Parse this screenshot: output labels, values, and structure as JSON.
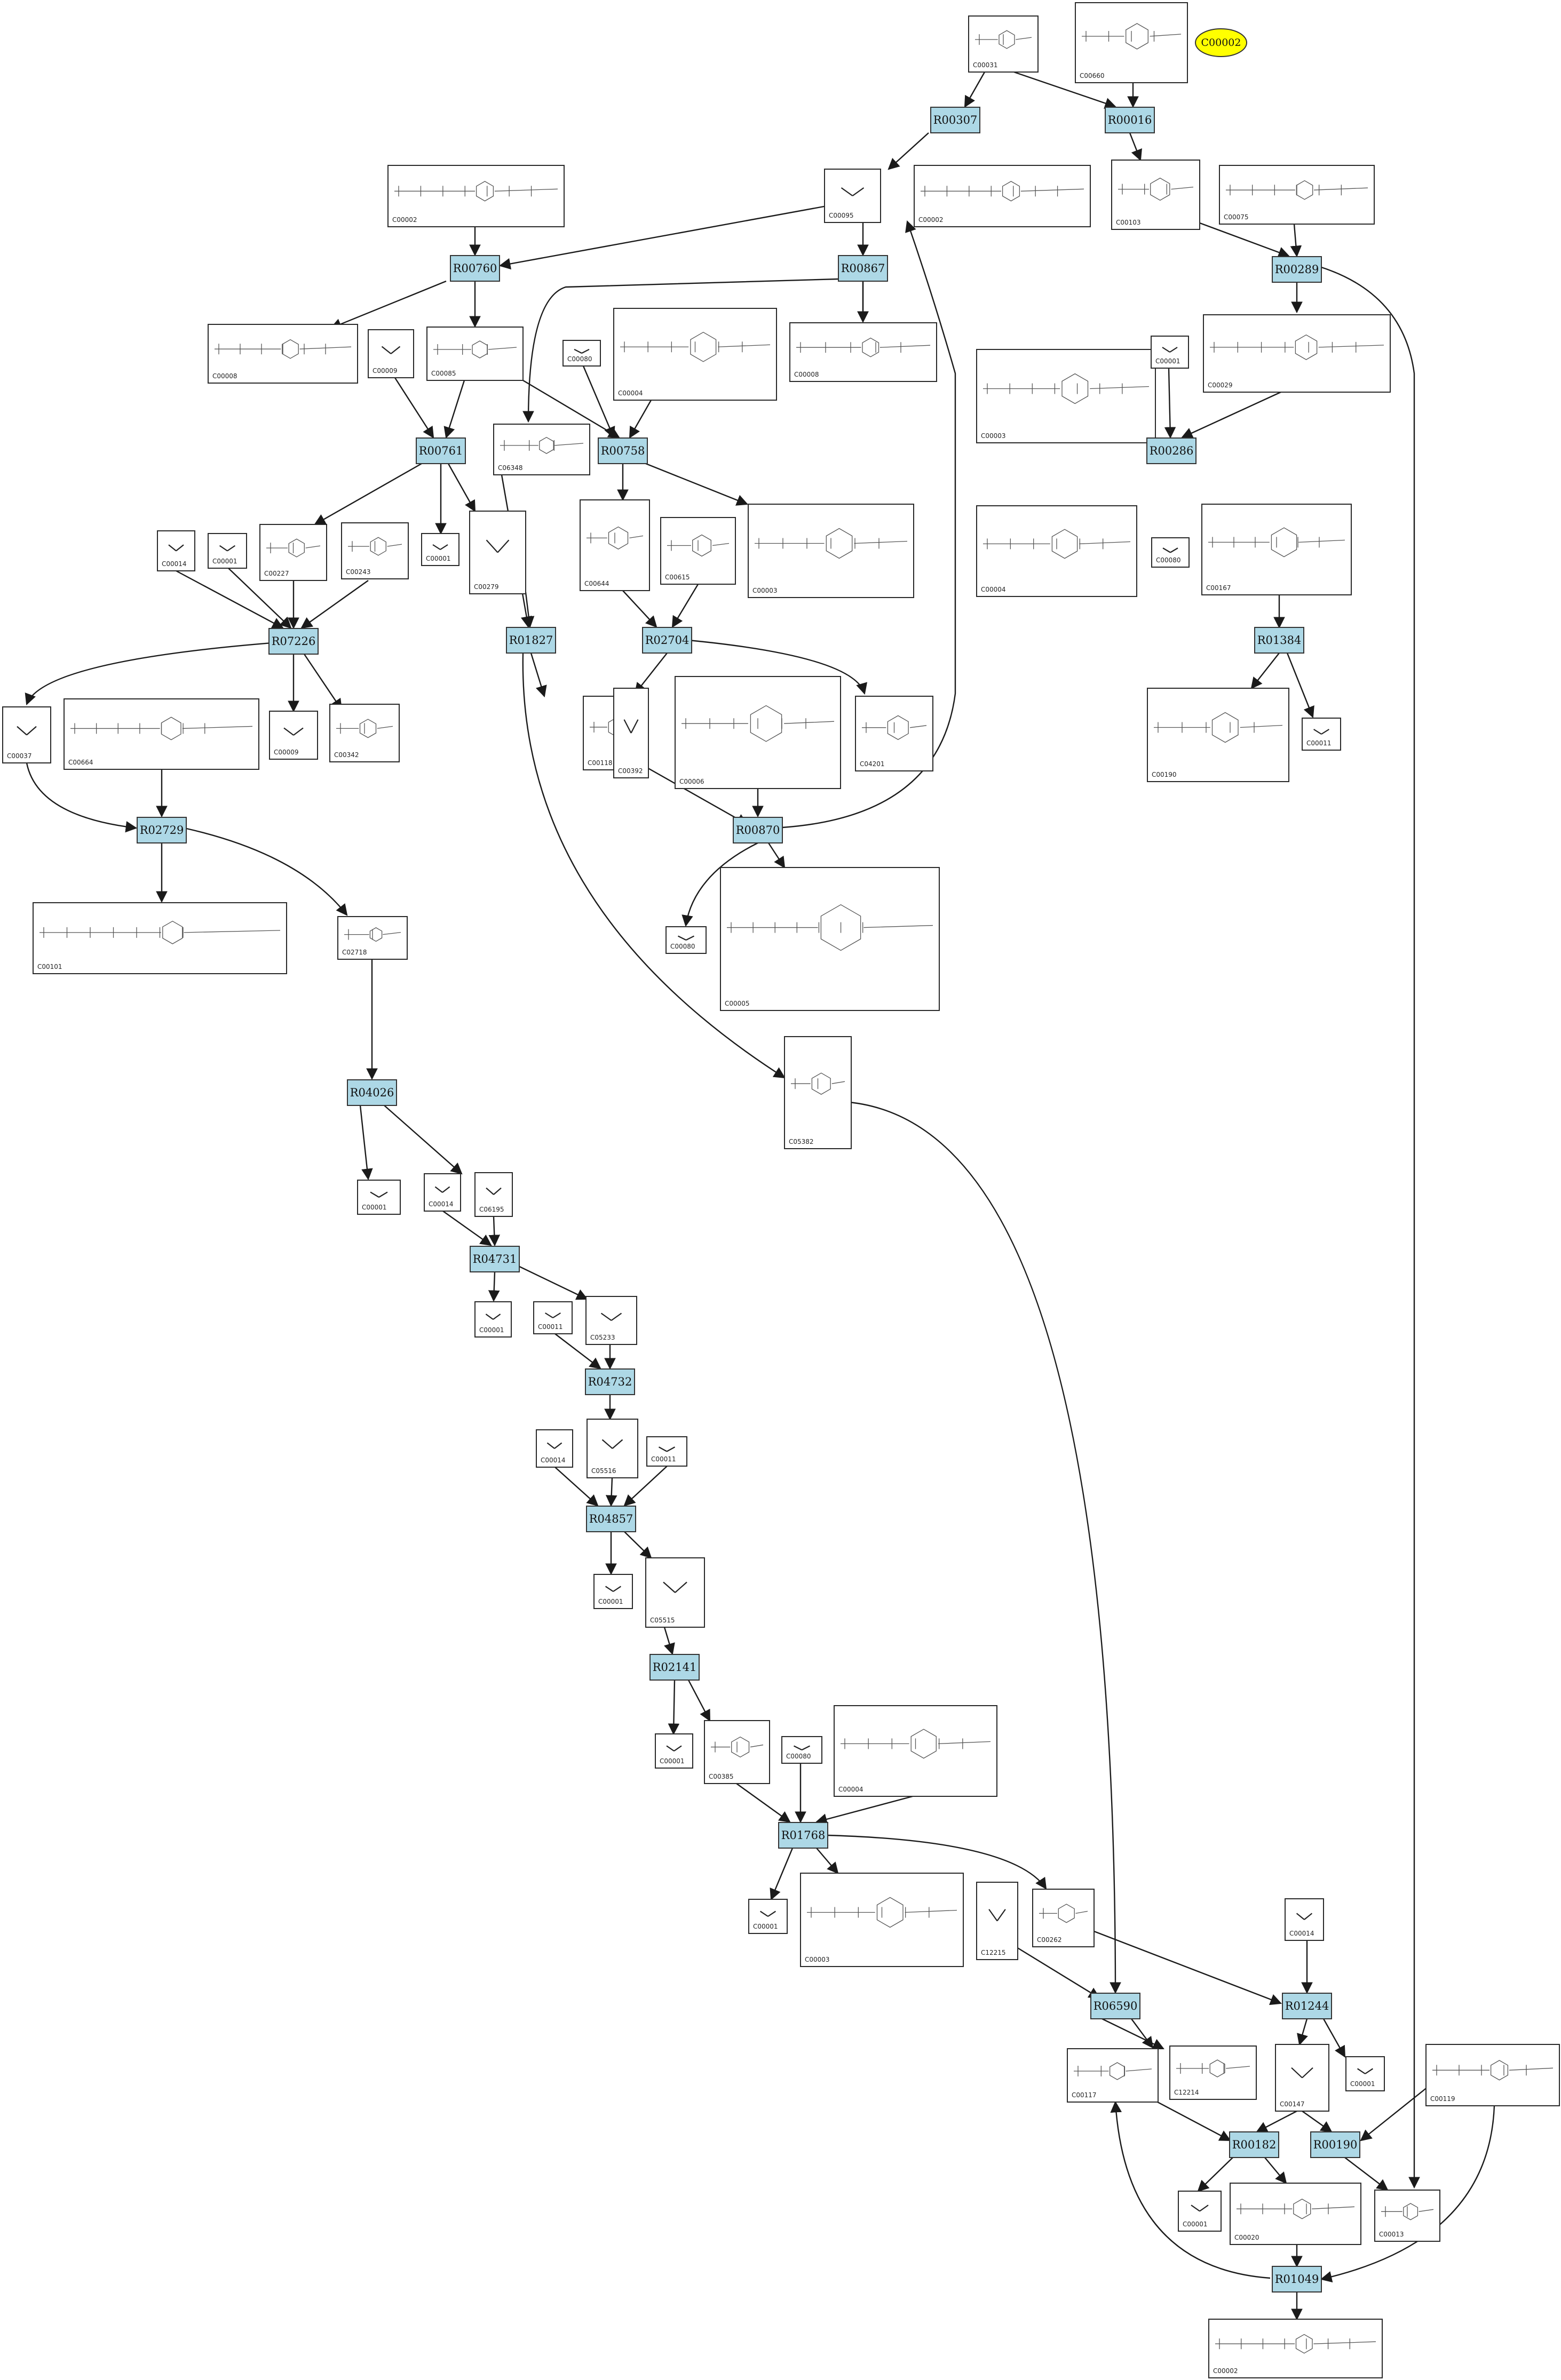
{
  "legend": {
    "label": "C00002",
    "fill": "#ffff00"
  },
  "colors": {
    "reaction_fill": "#add8e6",
    "edge": "#1a1a1a"
  },
  "reactions": [
    "R00307",
    "R00016",
    "R00760",
    "R00867",
    "R00289",
    "R00761",
    "R00758",
    "R00286",
    "R07226",
    "R01827",
    "R02704",
    "R01384",
    "R02729",
    "R00870",
    "R04026",
    "R04731",
    "R04732",
    "R04857",
    "R02141",
    "R01768",
    "R06590",
    "R01244",
    "R00182",
    "R00190",
    "R01049"
  ],
  "compounds": [
    "C00031",
    "C00660",
    "C00002",
    "C00095",
    "C00002",
    "C00103",
    "C00075",
    "C00008",
    "C00009",
    "C00085",
    "C00080",
    "C00004",
    "C00008",
    "C00003",
    "C00001",
    "C00029",
    "C06348",
    "C00014",
    "C00001",
    "C00227",
    "C00243",
    "C00001",
    "C00279",
    "C00644",
    "C00615",
    "C00003",
    "C00004",
    "C00080",
    "C00167",
    "C00037",
    "C00664",
    "C00009",
    "C00342",
    "C00118",
    "C00392",
    "C00006",
    "C04201",
    "C00190",
    "C00011",
    "C00101",
    "C02718",
    "C05382",
    "C00080",
    "C00005",
    "C00001",
    "C00014",
    "C06195",
    "C00001",
    "C00011",
    "C05233",
    "C00014",
    "C05516",
    "C00011",
    "C00001",
    "C05515",
    "C00001",
    "C00385",
    "C00080",
    "C00004",
    "C00001",
    "C00003",
    "C12215",
    "C00262",
    "C00014",
    "C00117",
    "C12214",
    "C00147",
    "C00001",
    "C00119",
    "C00001",
    "C00020",
    "C00013",
    "C00002"
  ]
}
